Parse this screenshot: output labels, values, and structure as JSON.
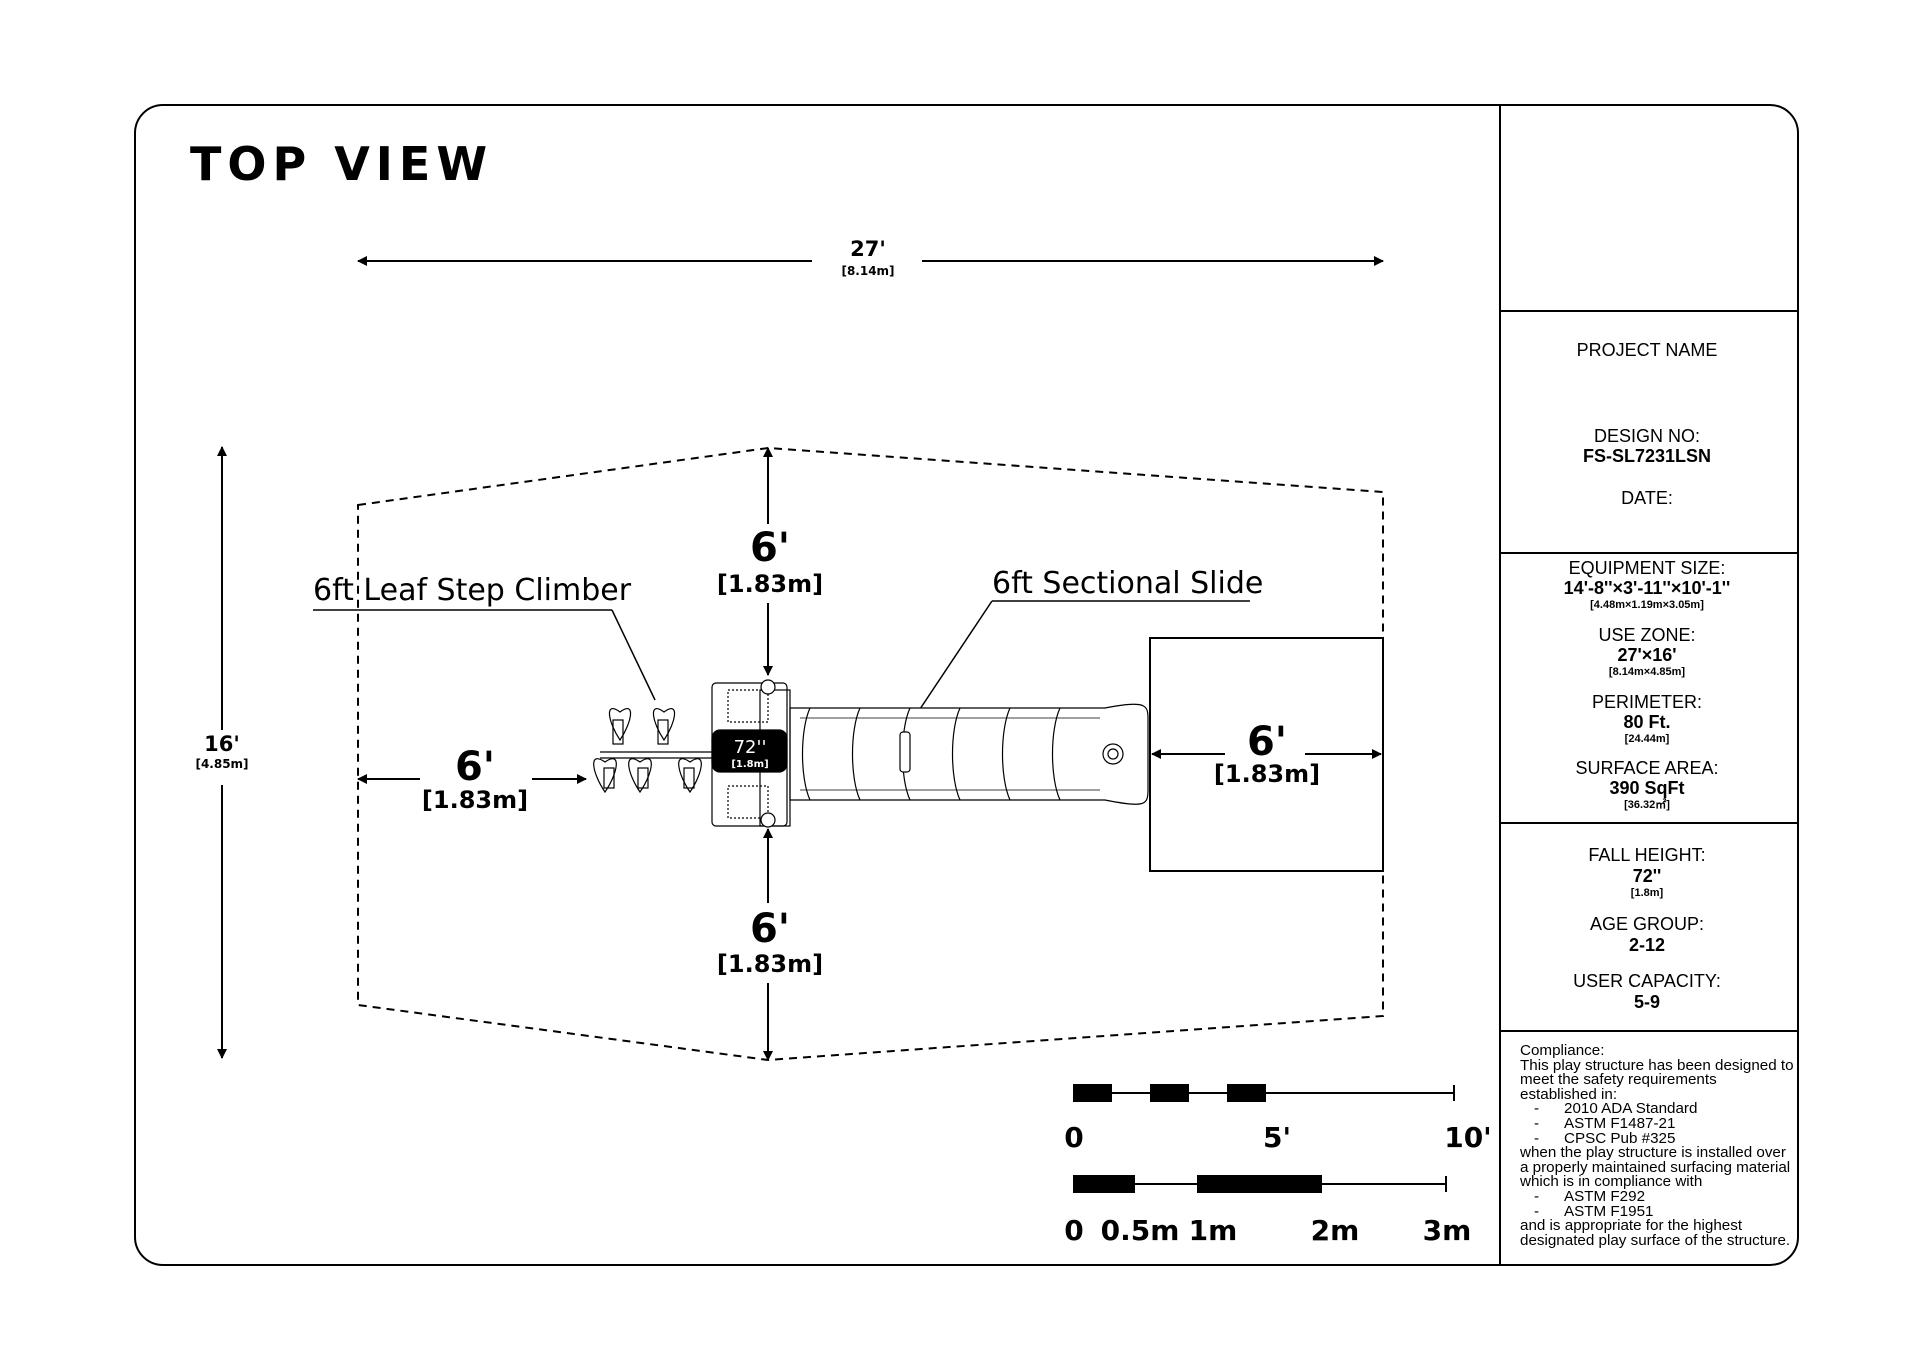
{
  "title": "TOP VIEW",
  "dimensions": {
    "overall_width": "27'",
    "overall_width_metric": "[8.14m]",
    "overall_depth": "16'",
    "overall_depth_metric": "[4.85m]",
    "top_clearance": "6'",
    "top_clearance_metric": "[1.83m]",
    "bottom_clearance": "6'",
    "bottom_clearance_metric": "[1.83m]",
    "left_clearance": "6'",
    "left_clearance_metric": "[1.83m]",
    "slide_exit_clearance": "6'",
    "slide_exit_clearance_metric": "[1.83m]"
  },
  "labels": {
    "climber": "6ft Leaf Step Climber",
    "slide": "6ft Sectional Slide",
    "deck_height": "72''",
    "deck_height_metric": "[1.8m]"
  },
  "scale": {
    "imperial": [
      "0",
      "5'",
      "10'"
    ],
    "metric": [
      "0",
      "0.5m",
      "1m",
      "2m",
      "3m"
    ]
  },
  "title_block": {
    "project_label": "PROJECT NAME",
    "design_no_label": "DESIGN NO:",
    "design_no": "FS-SL7231LSN",
    "date_label": "DATE:",
    "equipment_size_label": "EQUIPMENT SIZE:",
    "equipment_size": "14'-8''×3'-11''×10'-1''",
    "equipment_size_metric": "[4.48m×1.19m×3.05m]",
    "use_zone_label": "USE ZONE:",
    "use_zone": "27'×16'",
    "use_zone_metric": "[8.14m×4.85m]",
    "perimeter_label": "PERIMETER:",
    "perimeter": "80 Ft.",
    "perimeter_metric": "[24.44m]",
    "surface_area_label": "SURFACE AREA:",
    "surface_area": "390 SqFt",
    "surface_area_metric": "[36.32㎡]",
    "fall_height_label": "FALL HEIGHT:",
    "fall_height": "72''",
    "fall_height_metric": "[1.8m]",
    "age_group_label": "AGE GROUP:",
    "age_group": "2-12",
    "user_capacity_label": "USER CAPACITY:",
    "user_capacity": "5-9"
  },
  "compliance": {
    "heading": "Compliance:",
    "intro": "This play structure has been designed to meet the safety requirements established in:",
    "standards": [
      "2010 ADA Standard",
      "ASTM F1487-21",
      "CPSC Pub #325"
    ],
    "middle": "when the play structure is installed over a properly maintained surfacing material which is in compliance with",
    "surfacing": [
      "ASTM F292",
      "ASTM F1951"
    ],
    "closing": "and is appropriate for the highest designated play surface of the structure."
  }
}
